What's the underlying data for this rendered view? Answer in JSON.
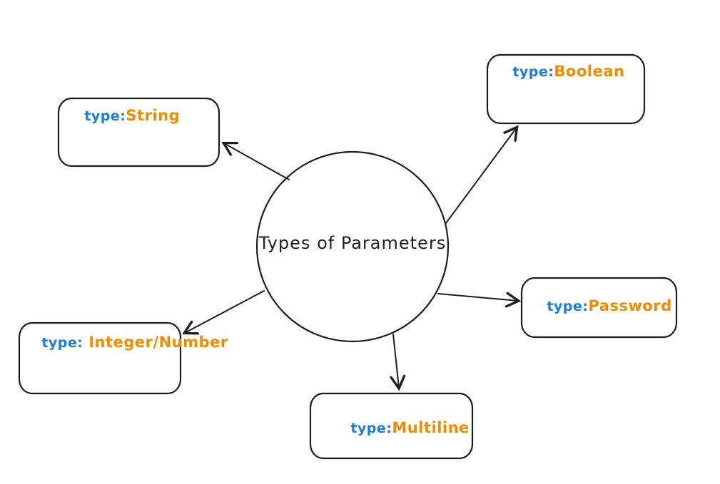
{
  "diagram": {
    "title": "Types of Parameters",
    "center_node": {
      "label": "Types of Parameters"
    },
    "nodes": [
      {
        "id": "string",
        "prefix": "type:",
        "value": "String"
      },
      {
        "id": "boolean",
        "prefix": "type:",
        "value": "Boolean"
      },
      {
        "id": "password",
        "prefix": "type:",
        "value": "Password"
      },
      {
        "id": "integer-number",
        "prefix": "type:",
        "value": " Integer/Number"
      },
      {
        "id": "multiline",
        "prefix": "type:",
        "value": "Multiline"
      }
    ],
    "colors": {
      "prefix": "#1c7ed6",
      "value": "#f08c00",
      "stroke": "#1e1e1e",
      "background": "#ffffff"
    }
  }
}
